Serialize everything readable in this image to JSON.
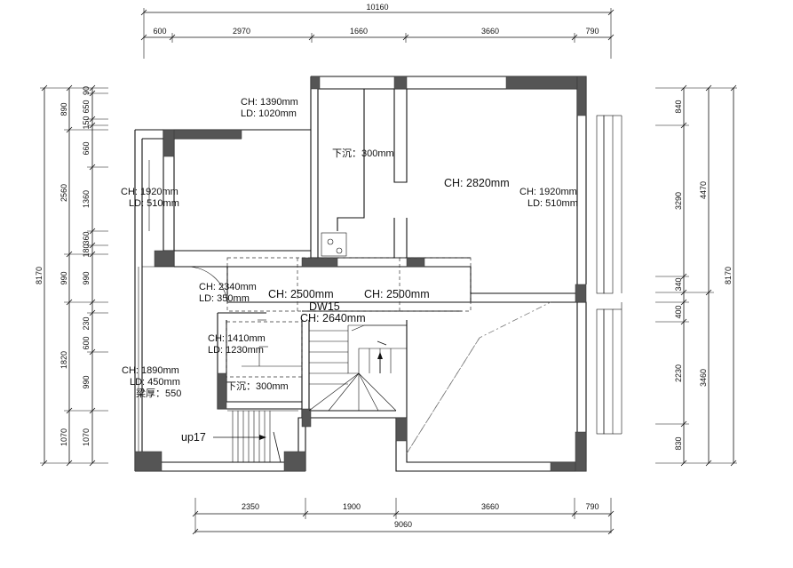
{
  "dimensions": {
    "top_total": "10160",
    "top_segments": [
      "600",
      "2970",
      "1660",
      "3660",
      "790"
    ],
    "bottom_total": "9060",
    "bottom_segments": [
      "2350",
      "1900",
      "3660",
      "790"
    ],
    "left_total": "8170",
    "left_mid": [
      "890",
      "2560",
      "990",
      "1820",
      "1070"
    ],
    "left_inner": [
      "90",
      "650",
      "150",
      "660",
      "1360",
      "360",
      "180",
      "990",
      "230",
      "600",
      "990",
      "1070"
    ],
    "right_inner": [
      "840",
      "3290",
      "340",
      "400",
      "2230",
      "830"
    ],
    "right_mid": [
      "4470",
      "3460"
    ],
    "right_total": "8170"
  },
  "rooms": {
    "top_left_ch": "CH: 1390mm",
    "top_left_ld": "LD: 1020mm",
    "kitchen_sink": "下沉：300mm",
    "big_room_ch": "CH: 2820mm",
    "right_window_ch": "CH: 1920mm",
    "right_window_ld": "LD: 510mm",
    "left_window_ch": "CH: 1920mm",
    "left_window_ld": "LD: 510mm",
    "door_ch": "CH: 2340mm",
    "door_ld": "LD: 350mm",
    "hall_ch_1": "CH: 2500mm",
    "hall_ch_2": "CH: 2500mm",
    "dw_code": "DW15",
    "hall_ch_3": "CH: 2640mm",
    "bath_ch": "CH: 1410mm",
    "bath_ld": "LD: 1230mm",
    "low_left_ch": "CH: 1890mm",
    "low_left_ld": "LD: 450mm",
    "low_left_sill": "梁厚：550",
    "bath_sink": "下沉：300mm",
    "stair_label": "up17"
  }
}
